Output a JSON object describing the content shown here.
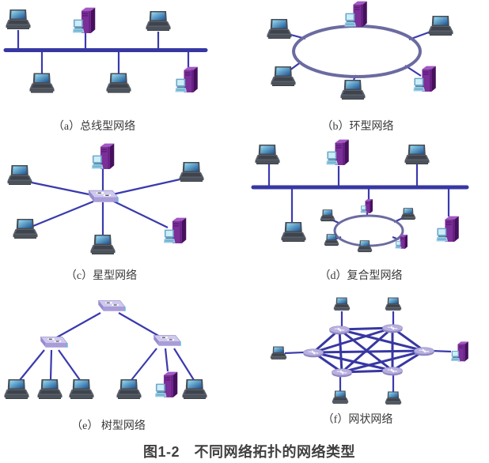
{
  "figure": {
    "caption": "图1-2　不同网络拓扑的网络类型"
  },
  "panels": {
    "a": {
      "label": "（a）总线型网络",
      "topology": "bus",
      "devices": {
        "above_bus": [
          "laptop",
          "server",
          "laptop"
        ],
        "below_bus": [
          "laptop",
          "laptop",
          "server"
        ]
      }
    },
    "b": {
      "label": "（b）环型网络",
      "topology": "ring",
      "devices_clockwise_from_top": [
        "server",
        "laptop",
        "server",
        "laptop",
        "laptop",
        "laptop"
      ]
    },
    "c": {
      "label": "（c）星型网络",
      "topology": "star",
      "hub": "switch",
      "spokes": [
        "server",
        "laptop",
        "server",
        "laptop",
        "laptop",
        "laptop"
      ]
    },
    "d": {
      "label": "（d）复合型网络",
      "topology": "hybrid",
      "devices": {
        "above_bus": [
          "laptop",
          "server",
          "laptop"
        ],
        "below_bus": [
          "laptop",
          "ring-subnet",
          "server"
        ],
        "ring_subnet": [
          "server",
          "laptop",
          "laptop",
          "laptop",
          "laptop",
          "server"
        ]
      }
    },
    "e": {
      "label": "（e） 树型网络",
      "topology": "tree",
      "root": "switch",
      "branches": [
        "switch",
        "switch"
      ],
      "left_leaves": [
        "laptop",
        "laptop",
        "laptop"
      ],
      "right_leaves": [
        "laptop",
        "server",
        "laptop"
      ]
    },
    "f": {
      "label": "（f）网状网络",
      "topology": "mesh",
      "router_count": 6,
      "attached": [
        "laptop",
        "laptop",
        "laptop",
        "server",
        "laptop",
        "laptop"
      ]
    }
  },
  "icons": {
    "laptop": "laptop-icon",
    "server": "server-tower-icon",
    "switch": "switch-icon",
    "router": "router-icon"
  },
  "colors": {
    "link_line": "#3a3aae",
    "bus_line": "#3737a3",
    "ring_line": "#6b6ba1",
    "mesh_line": "#3737a3",
    "label_text": "#3a3a3a",
    "caption_text": "#404040",
    "server_body": "#7b2f98",
    "switch_body": "#cfc9ee",
    "router_body": "#b8b0de",
    "laptop_screen_top": "#9adef2",
    "laptop_screen_bottom": "#1c5494"
  }
}
